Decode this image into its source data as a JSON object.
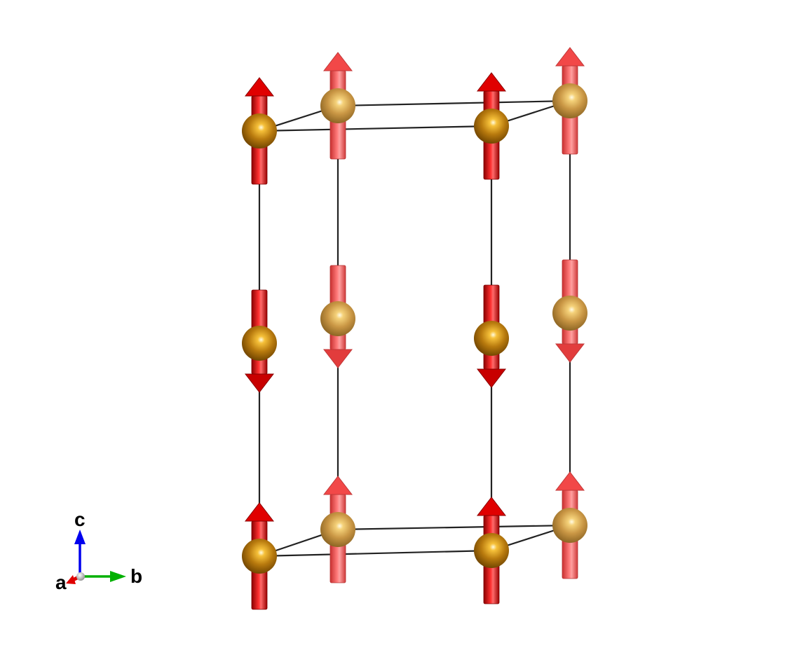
{
  "colors": {
    "background": "#ffffff",
    "cell_edge": "#222222",
    "atom_front": "#b8780a",
    "atom_back": "#c9963e",
    "spin_front": "#e00000",
    "spin_back": "#f24848",
    "axis_a": "#e00000",
    "axis_b": "#00b000",
    "axis_c": "#0000ee"
  },
  "structure": {
    "atom_icon": "sphere-icon",
    "spin_icon": "arrow-icon",
    "columns": [
      {
        "depth": "front",
        "spins": [
          "up",
          "down",
          "up"
        ]
      },
      {
        "depth": "back",
        "spins": [
          "up",
          "down",
          "up"
        ]
      },
      {
        "depth": "front",
        "spins": [
          "up",
          "down",
          "up"
        ]
      },
      {
        "depth": "back",
        "spins": [
          "up",
          "down",
          "up"
        ]
      }
    ]
  },
  "axes": {
    "a_label": "a",
    "b_label": "b",
    "c_label": "c"
  }
}
